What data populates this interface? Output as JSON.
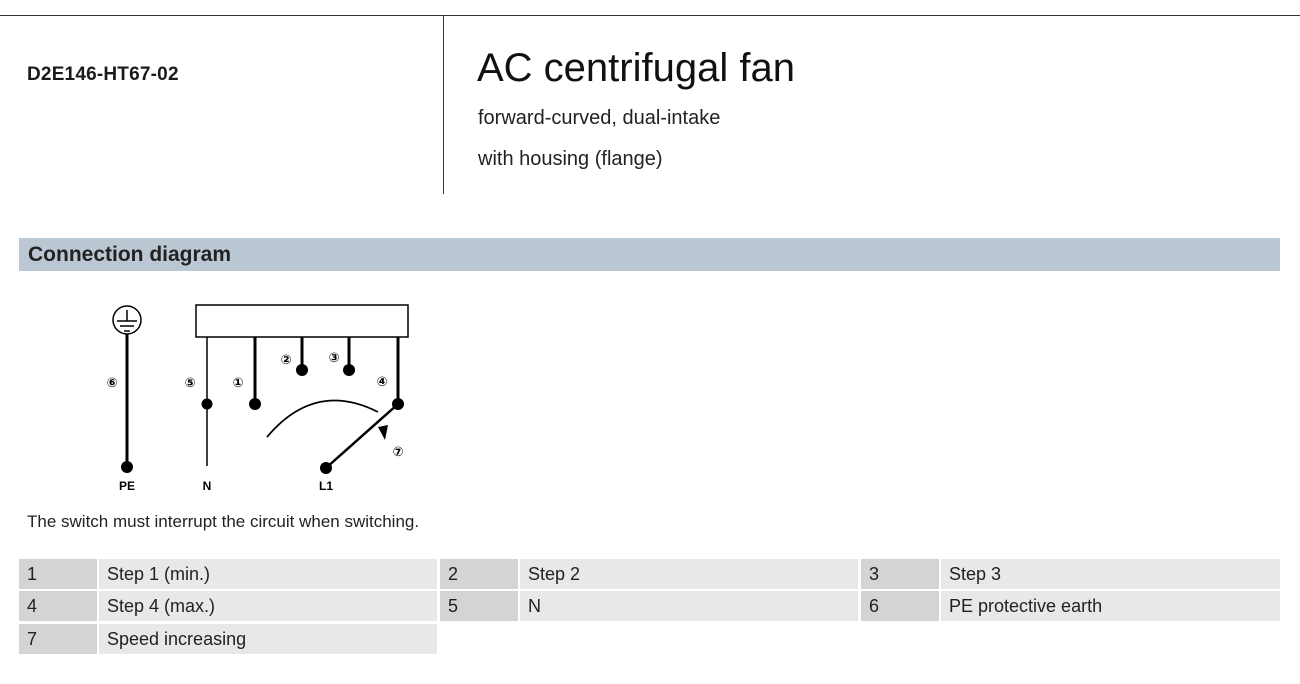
{
  "header": {
    "model": "D2E146-HT67-02",
    "title": "AC centrifugal fan",
    "subtitle_1": "forward-curved, dual-intake",
    "subtitle_2": "with housing (flange)"
  },
  "section": {
    "title": "Connection diagram"
  },
  "diagram": {
    "terminal_labels": {
      "pe": "PE",
      "n": "N",
      "l1": "L1"
    },
    "markers": [
      "①",
      "②",
      "③",
      "④",
      "⑤",
      "⑥",
      "⑦"
    ]
  },
  "note": "The switch must interrupt the circuit when switching.",
  "legend": [
    {
      "num": "1",
      "desc": "Step 1 (min.)"
    },
    {
      "num": "2",
      "desc": "Step 2"
    },
    {
      "num": "3",
      "desc": "Step 3"
    },
    {
      "num": "4",
      "desc": "Step 4 (max.)"
    },
    {
      "num": "5",
      "desc": "N"
    },
    {
      "num": "6",
      "desc": "PE protective earth"
    },
    {
      "num": "7",
      "desc": "Speed increasing"
    }
  ]
}
